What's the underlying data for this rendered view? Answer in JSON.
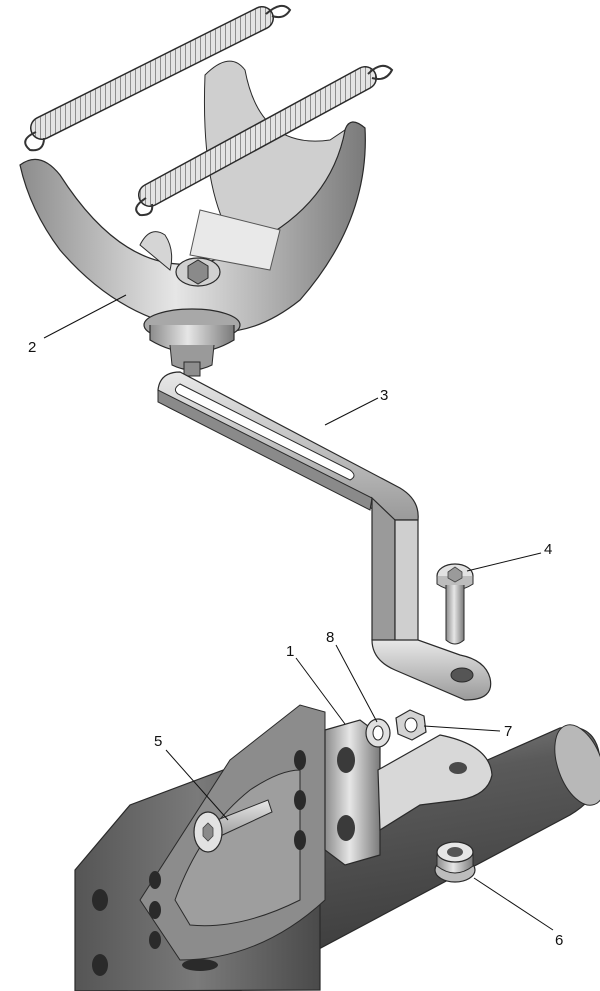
{
  "callouts": [
    {
      "id": "1",
      "label": "1"
    },
    {
      "id": "2",
      "label": "2"
    },
    {
      "id": "3",
      "label": "3"
    },
    {
      "id": "4",
      "label": "4"
    },
    {
      "id": "5",
      "label": "5"
    },
    {
      "id": "6",
      "label": "6"
    },
    {
      "id": "7",
      "label": "7"
    },
    {
      "id": "8",
      "label": "8"
    }
  ],
  "colors": {
    "metal_light": "#d9d9d9",
    "metal_mid": "#b3b3b3",
    "metal_dark": "#6e6e6e",
    "outline": "#2a2a2a"
  }
}
